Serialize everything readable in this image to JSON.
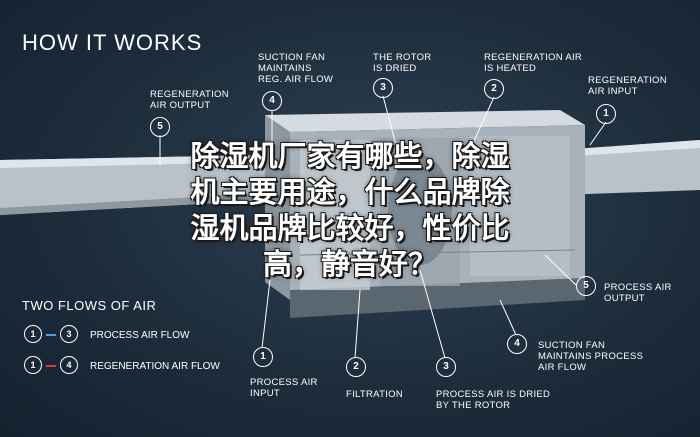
{
  "title": "HOW IT WORKS",
  "labels": {
    "regen_air_output": [
      "REGENERATION",
      "AIR OUTPUT"
    ],
    "suction_fan_regen": [
      "SUCTION FAN",
      "MAINTAINS",
      "REG. AIR FLOW"
    ],
    "rotor_dried": [
      "THE ROTOR",
      "IS DRIED"
    ],
    "regen_air_heated": [
      "REGENERATION AIR",
      "IS HEATED"
    ],
    "regen_air_input": [
      "REGENERATION",
      "AIR INPUT"
    ],
    "process_air_output": [
      "PROCESS AIR",
      "OUTPUT"
    ],
    "suction_fan_process": [
      "SUCTION FAN",
      "MAINTAINS PROCESS",
      "AIR FLOW"
    ],
    "process_air_input": [
      "PROCESS AIR",
      "INPUT"
    ],
    "filtration": [
      "FILTRATION"
    ],
    "process_air_dried": [
      "PROCESS AIR IS DRIED",
      "BY THE ROTOR"
    ]
  },
  "numbers": {
    "n5_top": "5",
    "n4_top": "4",
    "n3_top": "3",
    "n2_top": "2",
    "n1_top": "1",
    "n5_right": "5",
    "n4_bottom": "4",
    "n1_bottom": "1",
    "n2_bottom": "2",
    "n3_bottom": "3"
  },
  "legend": {
    "title": "TWO FLOWS OF AIR",
    "rows": [
      {
        "from": "1",
        "to": "3",
        "label": "PROCESS AIR FLOW",
        "color": "#4aa3e0"
      },
      {
        "from": "1",
        "to": "4",
        "label": "REGENERATION AIR FLOW",
        "color": "#e23a3a"
      }
    ]
  },
  "overlay_text": [
    "除湿机厂家有哪些，除湿",
    "机主要用途，什么品牌除",
    "湿机品牌比较好，性价比",
    "高，静音好？"
  ],
  "colors": {
    "process": "#4aa3e0",
    "regeneration": "#e23a3a",
    "background": "#1d2d3b"
  }
}
